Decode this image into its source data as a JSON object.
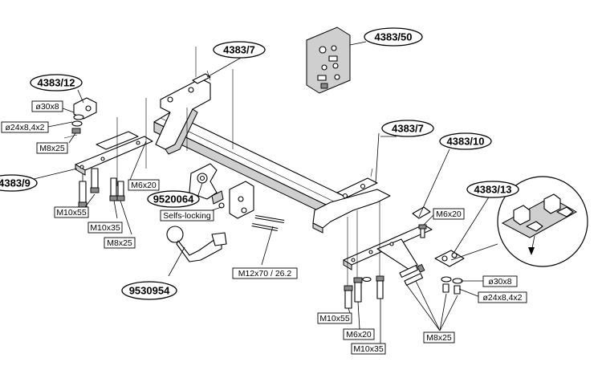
{
  "parts": {
    "p4383_12": "4383/12",
    "p4383_7_top": "4383/7",
    "p4383_50": "4383/50",
    "p4383_7_right": "4383/7",
    "p4383_10": "4383/10",
    "p4383_13": "4383/13",
    "p4383_9": "4383/9",
    "p9520064": "9520064",
    "p9530954": "9530954"
  },
  "labels": {
    "d30x8_left": "ø30x8",
    "d24_left": "ø24x8,4x2",
    "m8x25_left": "M8x25",
    "m6x20_left": "M6x20",
    "m10x55_left": "M10x55",
    "m10x35_left": "M10x35",
    "m8x25_left2": "M8x25",
    "selfs_locking": "Selfs-locking",
    "m12x70": "M12x70 / 26.2",
    "m6x20_right": "M6x20",
    "d30x8_right": "ø30x8",
    "d24_right": "ø24x8,4x2",
    "m10x55_right": "M10x55",
    "m6x20_bottom": "M6x20",
    "m10x35_right": "M10x35",
    "m8x25_right": "M8x25"
  }
}
